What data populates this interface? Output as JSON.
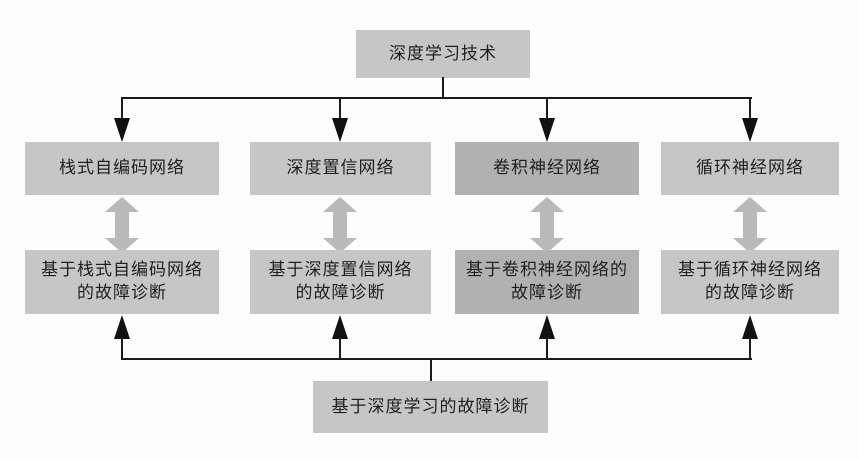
{
  "diagram": {
    "root": {
      "label": "深度学习技术"
    },
    "columns": [
      {
        "network": "栈式自编码网络",
        "diagnosis_line1": "基于栈式自编码网络",
        "diagnosis_line2": "的故障诊断"
      },
      {
        "network": "深度置信网络",
        "diagnosis_line1": "基于深度置信网络",
        "diagnosis_line2": "的故障诊断"
      },
      {
        "network": "卷积神经网络",
        "diagnosis_line1": "基于卷积神经网络的",
        "diagnosis_line2": "故障诊断"
      },
      {
        "network": "循环神经网络",
        "diagnosis_line1": "基于循环神经网络",
        "diagnosis_line2": "的故障诊断"
      }
    ],
    "bottom": {
      "label": "基于深度学习的故障诊断"
    },
    "colors": {
      "box_fill": "#c6c6c6",
      "box_fill_emphasis": "#b1b1b1",
      "double_arrow": "#b9b9b9",
      "connector": "#1c1c1c",
      "text": "#1f1f1f",
      "background": "#fdfdfd"
    }
  }
}
